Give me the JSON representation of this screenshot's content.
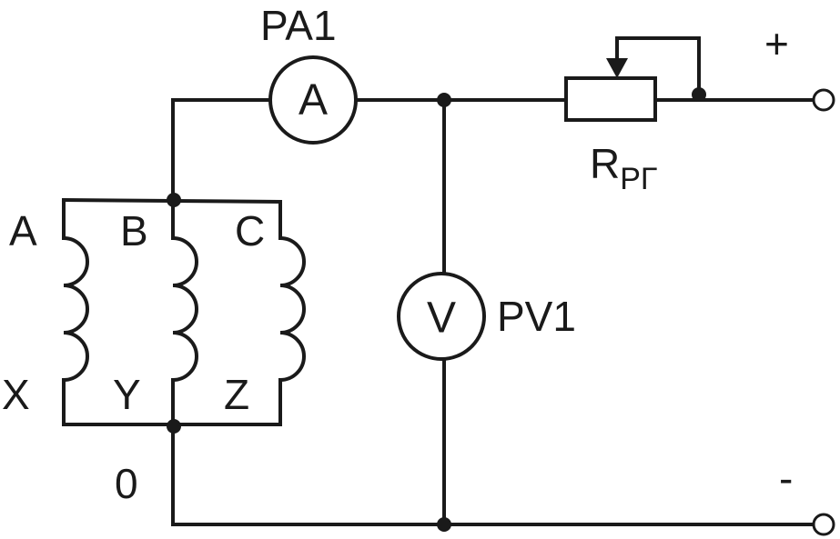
{
  "ammeter": {
    "designation": "PA1",
    "symbol": "A"
  },
  "voltmeter": {
    "designation": "PV1",
    "symbol": "V"
  },
  "rheostat": {
    "main": "R",
    "subscript": "РГ"
  },
  "terminals": {
    "plus": "+",
    "minus": "-"
  },
  "windings": {
    "starts": [
      "A",
      "B",
      "C"
    ],
    "ends": [
      "X",
      "Y",
      "Z"
    ]
  },
  "neutral": "0",
  "colors": {
    "ink": "#1a1a1a",
    "background": "#ffffff"
  }
}
